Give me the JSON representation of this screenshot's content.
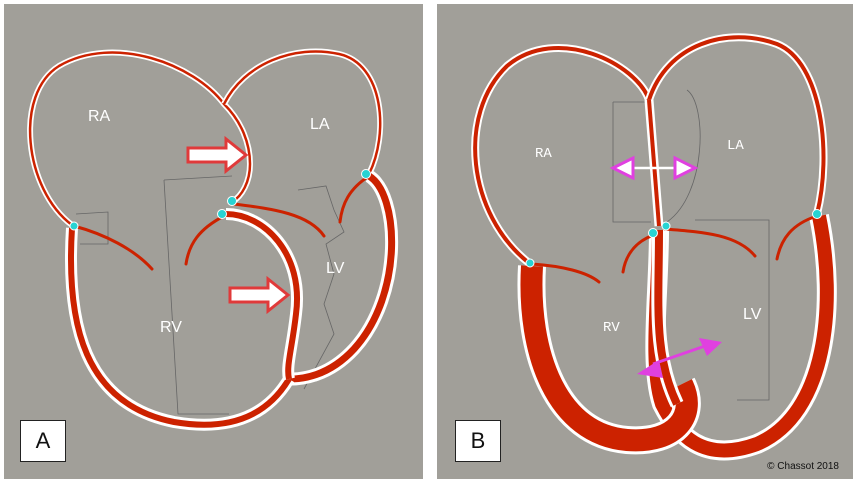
{
  "panels": [
    {
      "tag": "A",
      "labels": {
        "ra": "RA",
        "la": "LA",
        "rv": "RV",
        "lv": "LV"
      }
    },
    {
      "tag": "B",
      "labels": {
        "ra": "RA",
        "la": "LA",
        "rv": "RV",
        "lv": "LV"
      }
    }
  ],
  "credit": "© Chassot 2018",
  "colors": {
    "background": "#a19f99",
    "wall": "#cc2200",
    "outline": "#ffffff",
    "valve": "#27d3d3",
    "shift_arrow": "#e03a3a",
    "double_arrow": "#e040e0"
  },
  "icons": {
    "shift": "right-arrow-icon",
    "septal_motion": "double-arrow-icon"
  }
}
